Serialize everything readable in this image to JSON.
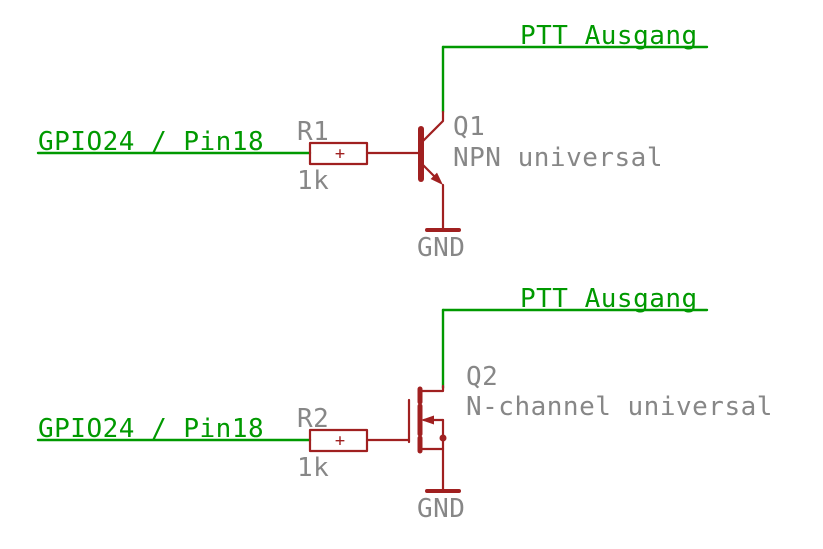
{
  "colors": {
    "wire_green": "#009900",
    "symbol_red": "#A02020",
    "label_gray": "#878787",
    "background": "#ffffff"
  },
  "circuits": [
    {
      "output_net": "PTT Ausgang",
      "input_net": "GPIO24 / Pin18",
      "resistor": {
        "ref": "R1",
        "value": "1k",
        "origin_marker": "+"
      },
      "transistor": {
        "ref": "Q1",
        "type": "NPN universal"
      },
      "ground_label": "GND"
    },
    {
      "output_net": "PTT Ausgang",
      "input_net": "GPIO24 / Pin18",
      "resistor": {
        "ref": "R2",
        "value": "1k",
        "origin_marker": "+"
      },
      "transistor": {
        "ref": "Q2",
        "type": "N-channel universal"
      },
      "ground_label": "GND"
    }
  ]
}
